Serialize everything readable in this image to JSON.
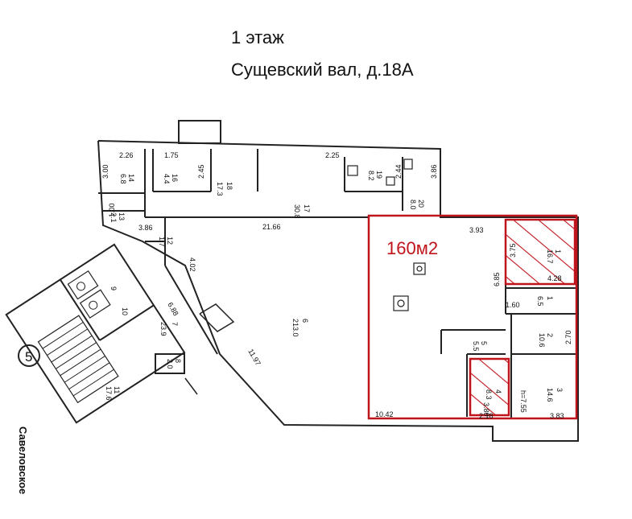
{
  "header": {
    "floor": "1 этаж",
    "address": "Сущевский вал, д.18А"
  },
  "highlight": {
    "area_label": "160м2",
    "color": "#c0141c"
  },
  "street": {
    "number": "5",
    "name": "Савеловское"
  },
  "dims": {
    "d_2_26": "2.26",
    "d_1_75": "1.75",
    "d_2_25": "2.25",
    "d_3_00": "3.00",
    "d_2_45": "2.45",
    "d_2_44": "2.44",
    "d_3_86a": "3.86",
    "d_3_86b": "3.86",
    "d_21_66": "21.66",
    "d_3_93": "3.93",
    "d_4_02": "4.02",
    "d_1_00": "1.00",
    "d_6_85": "6.85",
    "d_3_75": "3.75",
    "d_4_28": "4.28",
    "d_1_60": "1.60",
    "d_6_88": "6.88",
    "d_2_70": "2.70",
    "d_11_97": "11.97",
    "d_h755": "h=7.55",
    "d_3_80": "3.80",
    "d_10_42": "10.42",
    "d_2_18": "2.18",
    "d_3_83": "3.83"
  },
  "rooms": {
    "r14": "14",
    "r14a": "6.8",
    "r16": "16",
    "r16a": "4.4",
    "r18": "18",
    "r18a": "17.3",
    "r19": "19",
    "r19a": "8.2",
    "r17": "17",
    "r17a": "30.8",
    "r20": "20",
    "r20a": "8.0",
    "r13": "13",
    "r13a": "2.1",
    "r12": "12",
    "r12a": "1.7",
    "r6": "6",
    "r6a": "213.0",
    "r7": "7",
    "r7a": "23.9",
    "r8": "8",
    "r8a": "2.0",
    "r9": "9",
    "r10": "10",
    "r11": "11",
    "r11a": "17.6",
    "r1a": "1",
    "r1aa": "16.7",
    "r1b": "1",
    "r1ba": "6.5",
    "r2": "2",
    "r2a": "10.6",
    "r5": "5",
    "r5a": "5.5",
    "r4": "4",
    "r4a": "8.3",
    "r3": "3",
    "r3a": "14.6"
  }
}
